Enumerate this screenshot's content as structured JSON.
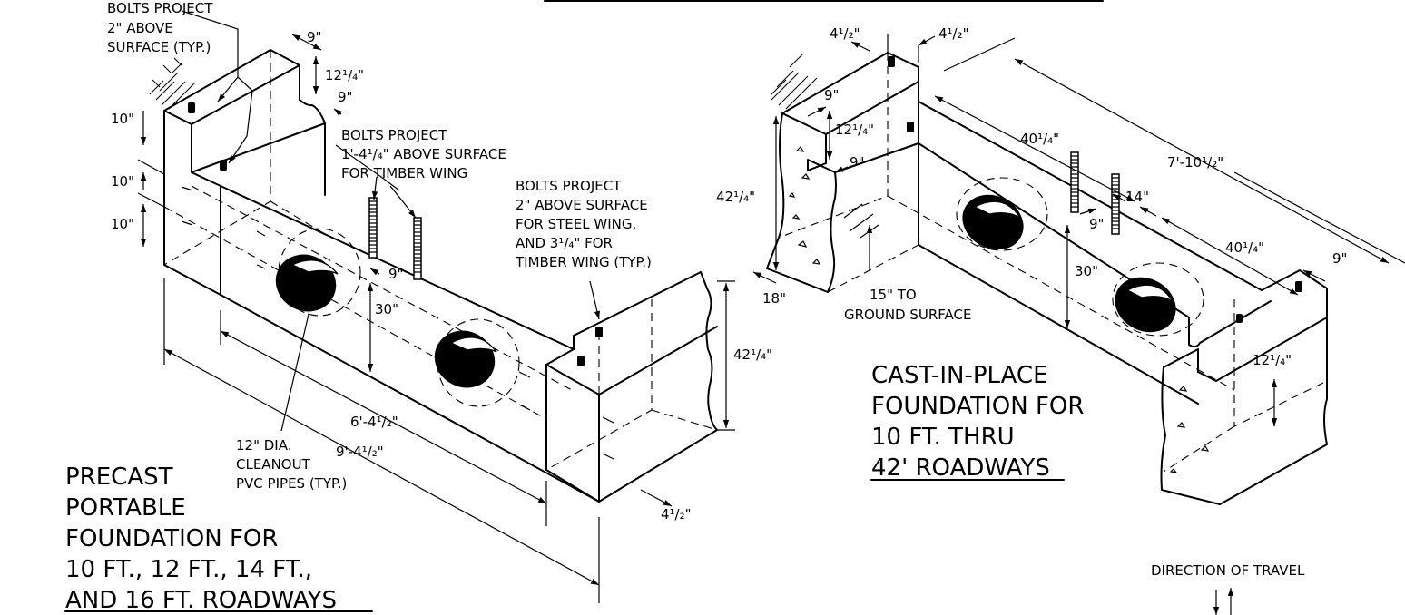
{
  "precast": {
    "title_lines": [
      "PRECAST",
      "PORTABLE",
      "FOUNDATION FOR",
      "10 FT., 12 FT., 14 FT.,",
      "AND 16 FT. ROADWAYS"
    ],
    "note_bolts_top": [
      "BOLTS PROJECT",
      "2\" ABOVE",
      "SURFACE (TYP.)"
    ],
    "note_bolts_timber": [
      "BOLTS PROJECT",
      "1'-4¹/₄\" ABOVE SURFACE",
      "FOR TIMBER WING"
    ],
    "note_bolts_steel": [
      "BOLTS PROJECT",
      "2\" ABOVE SURFACE",
      "FOR STEEL WING,",
      "AND 3¹/₄\" FOR",
      "TIMBER WING (TYP.)"
    ],
    "note_pipes": [
      "12\" DIA.",
      "CLEANOUT",
      "PVC PIPES (TYP.)"
    ],
    "dims": {
      "top_9": "9\"",
      "top_12q": "12¹/₄\"",
      "top_9b": "9\"",
      "left_10a": "10\"",
      "left_10b": "10\"",
      "left_10c": "10\"",
      "mid_9": "9\"",
      "height_30": "30\"",
      "len_6": "6'-4¹/₂\"",
      "len_9": "9'-4¹/₂\"",
      "end_42": "42¹/₄\"",
      "end_4h": "4¹/₂\""
    }
  },
  "cast": {
    "title_lines": [
      "CAST-IN-PLACE",
      "FOUNDATION FOR",
      "10 FT. THRU",
      "42' ROADWAYS"
    ],
    "note_ground": [
      "15\" TO",
      "GROUND SURFACE"
    ],
    "dims": {
      "top_4h_a": "4¹/₂\"",
      "top_4h_b": "4¹/₂\"",
      "w_9": "9\"",
      "h_12q": "12¹/₄\"",
      "w_9b": "9\"",
      "h_42q": "42¹/₄\"",
      "b_18": "18\"",
      "l_40q_a": "40¹/₄\"",
      "l_7": "7'-10¹/₂\"",
      "d_14": "14\"",
      "d_9": "9\"",
      "h_30": "30\"",
      "l_40q_b": "40¹/₄\"",
      "e_9": "9\"",
      "e_12q": "12¹/₄\""
    }
  },
  "direction": "DIRECTION OF TRAVEL"
}
